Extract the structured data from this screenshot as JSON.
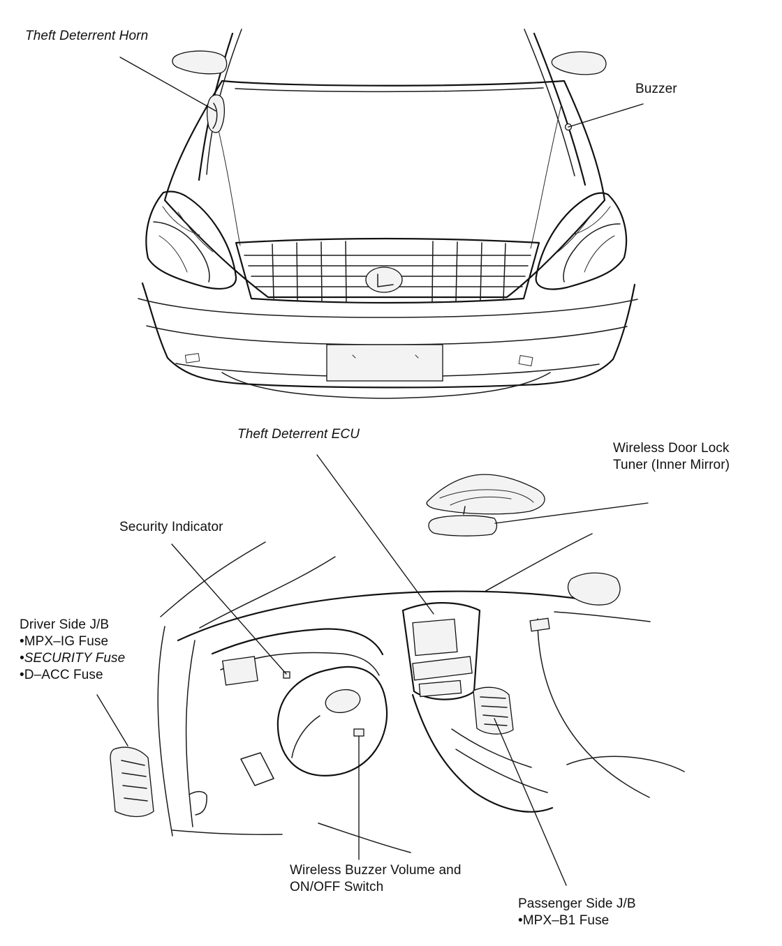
{
  "labels": {
    "theft_deterrent_horn": "Theft Deterrent Horn",
    "buzzer": "Buzzer",
    "theft_deterrent_ecu": "Theft Deterrent ECU",
    "wireless_door_lock_tuner": {
      "line1": "Wireless Door Lock",
      "line2": "Tuner (Inner Mirror)"
    },
    "security_indicator": "Security Indicator",
    "driver_side_jb": {
      "title": "Driver Side J/B",
      "items": [
        "•MPX–IG Fuse",
        "•SECURITY Fuse",
        "•D–ACC Fuse"
      ]
    },
    "wireless_buzzer_volume": {
      "line1": "Wireless Buzzer Volume and",
      "line2": "ON/OFF Switch"
    },
    "passenger_side_jb": {
      "title": "Passenger Side J/B",
      "items": [
        "•MPX–B1 Fuse"
      ]
    }
  }
}
